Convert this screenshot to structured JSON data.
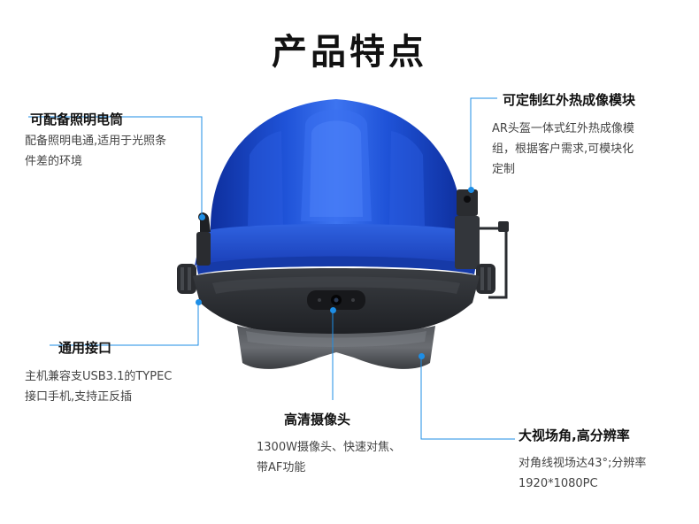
{
  "page_title": "产品特点",
  "accent_color": "#1d8ee6",
  "features": {
    "light": {
      "title": "可配备照明电筒",
      "desc": "配备照明电通,适用于光照条件差的环境"
    },
    "thermal": {
      "title": "可定制红外热成像模块",
      "desc": "AR头盔一体式红外热成像模组，根据客户需求,可模块化定制"
    },
    "usb": {
      "title": "通用接口",
      "desc": "主机兼容支USB3.1的TYPEC接口手机,支持正反插"
    },
    "camera": {
      "title": "高清摄像头",
      "desc": "1300W摄像头、快速对焦、带AF功能"
    },
    "fov": {
      "title": "大视场角,高分辨率",
      "desc": "对角线视场达43°;分辨率1920*1080PC"
    }
  }
}
